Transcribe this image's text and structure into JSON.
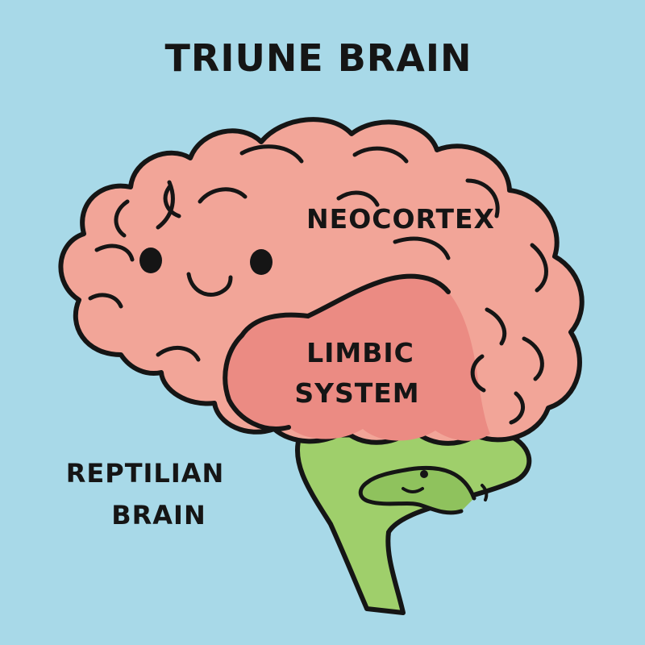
{
  "title": "TRIUNE BRAIN",
  "regions": {
    "neocortex": {
      "label": "NEOCORTEX",
      "color": "#f2a598"
    },
    "limbic": {
      "line1": "LIMBIC",
      "line2": "SYSTEM",
      "color": "#eb8b83"
    },
    "reptilian": {
      "line1": "REPTILIAN",
      "line2": "BRAIN",
      "color": "#9fcf6b"
    }
  },
  "colors": {
    "background": "#a8d9e8",
    "outline": "#151515"
  },
  "icons": [
    "brain-face-icon",
    "snake-icon"
  ]
}
